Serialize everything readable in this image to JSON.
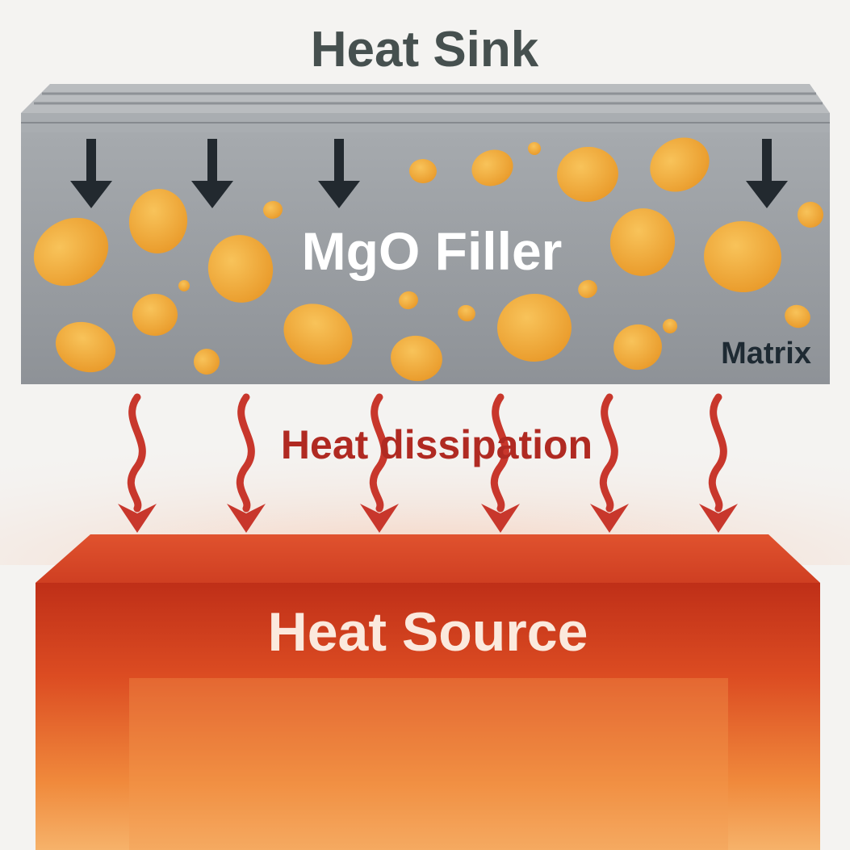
{
  "labels": {
    "heat_sink": "Heat Sink",
    "filler": "MgO Filler",
    "matrix": "Matrix",
    "dissipation": "Heat dissipation",
    "heat_source": "Heat Source"
  },
  "colors": {
    "background": "#f4f3f1",
    "heat_sink_text": "#46504f",
    "heat_sink_body": "#9a9ea3",
    "heat_sink_top": "#b9bcbf",
    "filler_particle": "#f2a93b",
    "down_arrow": "#22292f",
    "matrix_text": "#1e2a33",
    "heat_arrow": "#c8372c",
    "dissipation_text": "#b02a22",
    "heat_source_top": "#d94526",
    "heat_source_body": "#c23a1c",
    "heat_source_text": "#fbe9dd"
  },
  "icons": {
    "down_arrow": "down-arrow-icon",
    "heat_arrow": "wavy-heat-arrow-icon",
    "particle": "mgo-particle-icon"
  }
}
